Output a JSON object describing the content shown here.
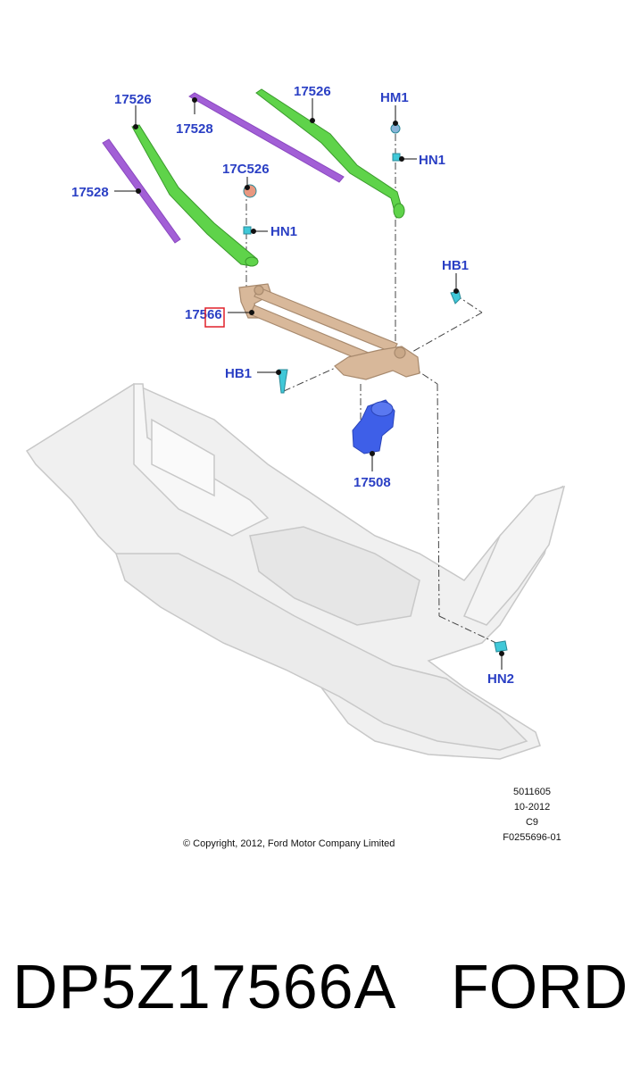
{
  "callouts": {
    "blade_left": "17528",
    "blade_right": "17528",
    "arm_left": "17526",
    "arm_right": "17526",
    "cap": "17C526",
    "nut_left": "HN1",
    "nut_right": "HN1",
    "cap_right": "HM1",
    "bolt_right": "HB1",
    "bolt_left": "HB1",
    "linkage": "17566",
    "motor": "17508",
    "nut_lower": "HN2"
  },
  "illustration_meta": {
    "code": "5011605",
    "date": "10-2012",
    "section": "C9",
    "figure": "F0255696-01"
  },
  "copyright": "© Copyright, 2012, Ford Motor Company Limited",
  "caption": {
    "part_number": "DP5Z17566A",
    "brand": "FORD"
  },
  "colors": {
    "callout": "#2a3fc4",
    "arm": "#5fd34a",
    "blade": "#a25fd6",
    "linkage": "#d8b89a",
    "motor": "#3e5fe8",
    "fastener": "#40c8d8",
    "highlight": "#e0202a"
  }
}
